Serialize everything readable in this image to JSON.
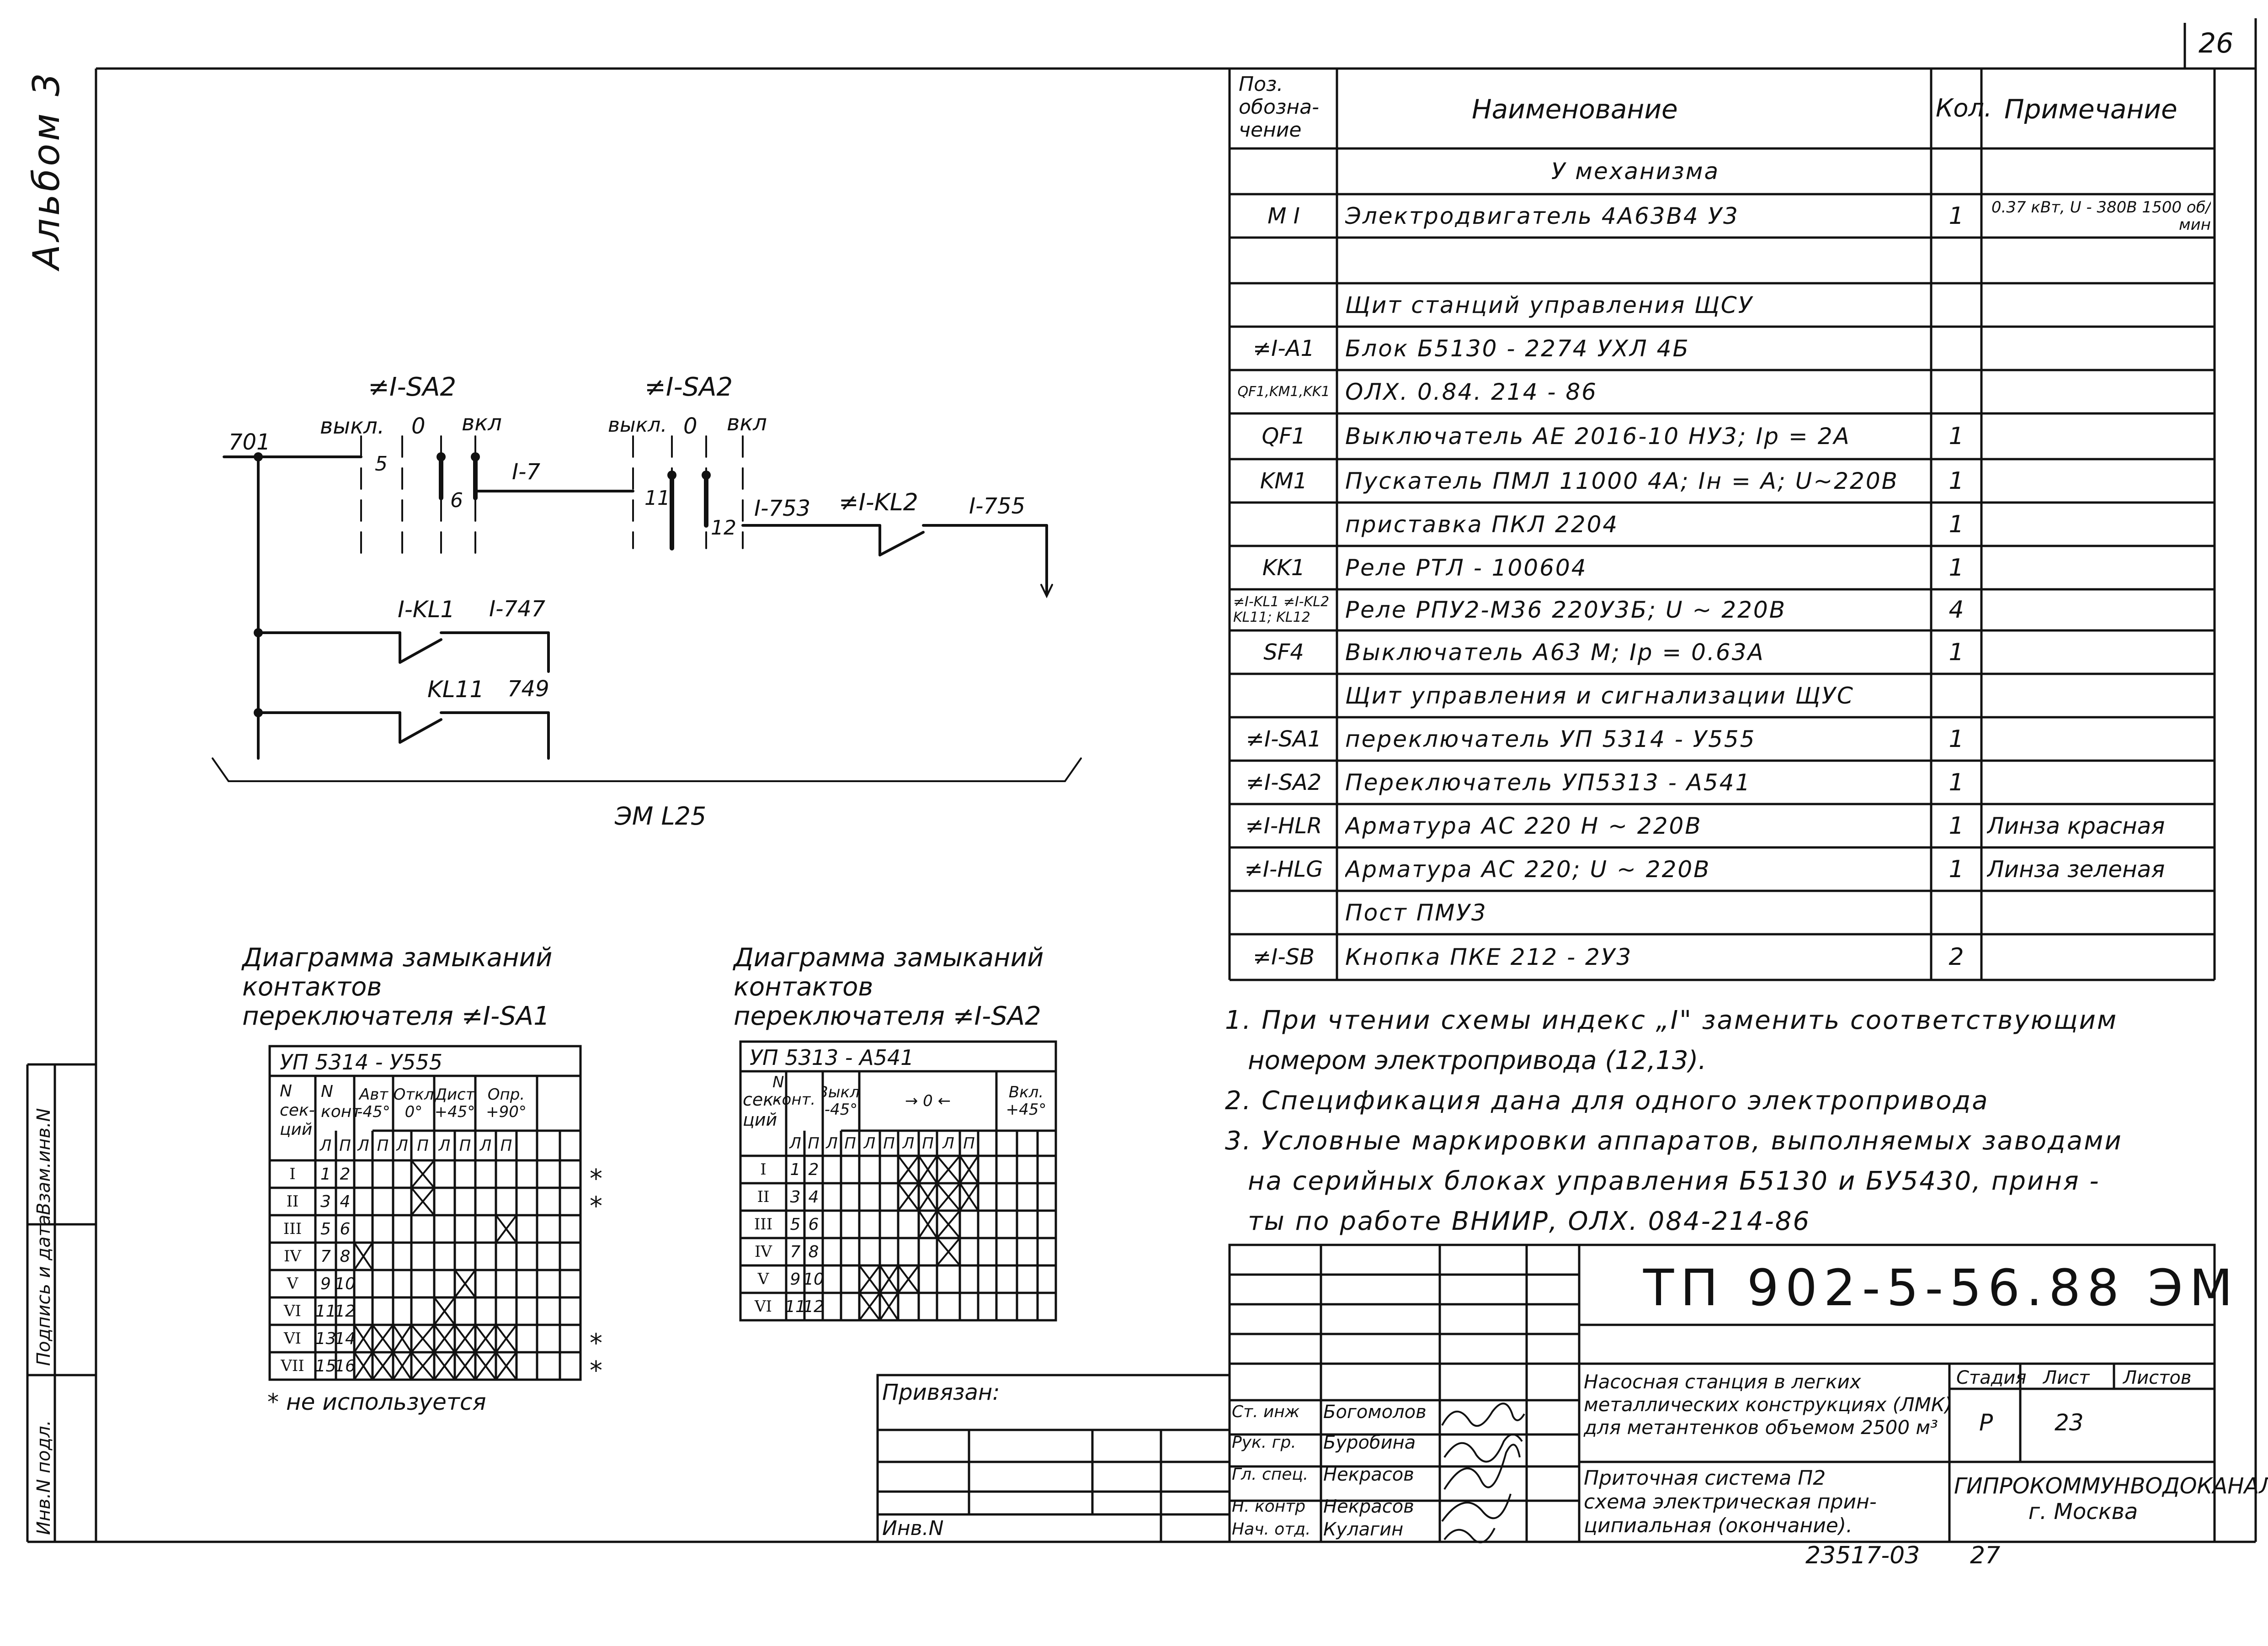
{
  "page": {
    "sheet_number": "26",
    "album_label": "Альбом 3",
    "side_stamp": [
      "Инв.N подл.",
      "Подпись и дата",
      "Взам.инв.N"
    ]
  },
  "schematic": {
    "labels": {
      "switch_sa2_a": "≠I-SA2",
      "switch_sa2_b": "≠I-SA2",
      "vykl_a": "выкл.",
      "zero_a": "0",
      "vkl_a": "вкл",
      "vykl_b": "выкл.",
      "zero_b": "0",
      "vkl_b": "вкл",
      "wire_701": "701",
      "contact_5": "5",
      "contact_6": "6",
      "wire_1_7": "I-7",
      "contact_11": "11",
      "contact_12": "12",
      "wire_753": "I-753",
      "relay_kl2": "≠I-KL2",
      "wire_755": "I-755",
      "relay_kl1": "I-KL1",
      "wire_747": "I-747",
      "relay_kl11": "KL11",
      "wire_749": "749",
      "sheet_ref": "ЭМ L25"
    }
  },
  "diagram_sa1": {
    "title": [
      "Диаграмма замыканий",
      "контактов",
      "переключателя ≠I-SA1"
    ],
    "model": "УП 5314 - У555",
    "col_section": "N сек-ций",
    "col_contacts": "N конт",
    "positions": [
      "Авт -45°",
      "Откл 0°",
      "Дист +45°",
      "Опр. +90°"
    ],
    "sub": [
      "Л",
      "П",
      "Л",
      "П",
      "Л",
      "П",
      "Л",
      "П",
      "Л",
      "П"
    ],
    "rows": [
      {
        "sec": "I",
        "c1": "1",
        "c2": "2",
        "x": [
          3
        ],
        "star": "*"
      },
      {
        "sec": "II",
        "c1": "3",
        "c2": "4",
        "x": [
          3
        ],
        "star": "*"
      },
      {
        "sec": "III",
        "c1": "5",
        "c2": "6",
        "x": [
          7
        ],
        "star": ""
      },
      {
        "sec": "IV",
        "c1": "7",
        "c2": "8",
        "x": [
          0
        ],
        "star": ""
      },
      {
        "sec": "V",
        "c1": "9",
        "c2": "10",
        "x": [
          5
        ],
        "star": ""
      },
      {
        "sec": "VI",
        "c1": "11",
        "c2": "12",
        "x": [
          4
        ],
        "star": ""
      },
      {
        "sec": "VI",
        "c1": "13",
        "c2": "14",
        "x": [
          0,
          1,
          2,
          3,
          4,
          5,
          6,
          7
        ],
        "star": "*"
      },
      {
        "sec": "VII",
        "c1": "15",
        "c2": "16",
        "x": [
          0,
          1,
          2,
          3,
          4,
          5,
          6,
          7
        ],
        "star": "*"
      }
    ],
    "note": "* не используется"
  },
  "diagram_sa2": {
    "title": [
      "Диаграмма замыканий",
      "контактов",
      "переключателя ≠I-SA2"
    ],
    "model": "УП 5313 - А541",
    "col_section": "сек-ций",
    "col_contacts": "N конт.",
    "positions": [
      "Выкл. -45°",
      "→ 0 ←",
      "Вкл. +45°"
    ],
    "sub": [
      "Л",
      "П",
      "Л",
      "П",
      "Л",
      "П",
      "Л",
      "П",
      "Л",
      "П"
    ],
    "rows": [
      {
        "sec": "I",
        "c1": "1",
        "c2": "2",
        "x": [
          4,
          5,
          6,
          7
        ]
      },
      {
        "sec": "II",
        "c1": "3",
        "c2": "4",
        "x": [
          4,
          5,
          6,
          7
        ]
      },
      {
        "sec": "III",
        "c1": "5",
        "c2": "6",
        "x": [
          5,
          6
        ]
      },
      {
        "sec": "IV",
        "c1": "7",
        "c2": "8",
        "x": [
          6
        ]
      },
      {
        "sec": "V",
        "c1": "9",
        "c2": "10",
        "x": [
          2,
          3,
          4
        ]
      },
      {
        "sec": "VI",
        "c1": "11",
        "c2": "12",
        "x": [
          2,
          3
        ]
      }
    ]
  },
  "spec": {
    "headers": {
      "pos": "Поз. обозна- чение",
      "name": "Наименование",
      "qty": "Кол.",
      "note": "Примечание"
    },
    "rows": [
      {
        "pos": "",
        "name": "У механизма",
        "qty": "",
        "note": "",
        "center": true
      },
      {
        "pos": "M I",
        "name": "Электродвигатель 4А63В4 У3",
        "qty": "1",
        "note": "0.37 кВт, U - 380В 1500 об/мин"
      },
      {
        "pos": "",
        "name": "",
        "qty": "",
        "note": ""
      },
      {
        "pos": "",
        "name": "Щит станций управления ЩСУ",
        "qty": "",
        "note": ""
      },
      {
        "pos": "≠I-А1",
        "name": "Блок Б5130 - 2274 УХЛ 4Б",
        "qty": "",
        "note": ""
      },
      {
        "pos": "QF1,KM1,KK1",
        "name": "ОЛХ. 0.84. 214 - 86",
        "qty": "",
        "note": ""
      },
      {
        "pos": "QF1",
        "name": "Выключатель АЕ 2016-10 НУ3; Iр = 2А",
        "qty": "1",
        "note": ""
      },
      {
        "pos": "KM1",
        "name": "Пускатель ПМЛ 11000 4А; Iн = А; U~220В",
        "qty": "1",
        "note": ""
      },
      {
        "pos": "",
        "name": "приставка ПКЛ 2204",
        "qty": "1",
        "note": ""
      },
      {
        "pos": "KK1",
        "name": "Реле РТЛ - 100604",
        "qty": "1",
        "note": ""
      },
      {
        "pos": "≠I-KL1 ≠I-KL2 KL11; KL12",
        "name": "Реле РПУ2-М36 220У3Б; U ~ 220В",
        "qty": "4",
        "note": ""
      },
      {
        "pos": "SF4",
        "name": "Выключатель А63 М; Iр = 0.63А",
        "qty": "1",
        "note": ""
      },
      {
        "pos": "",
        "name": "Щит управления и сигнализации ЩУС",
        "qty": "",
        "note": ""
      },
      {
        "pos": "≠I-SA1",
        "name": "переключатель УП 5314 - У555",
        "qty": "1",
        "note": ""
      },
      {
        "pos": "≠I-SA2",
        "name": "Переключатель УП5313 - А541",
        "qty": "1",
        "note": ""
      },
      {
        "pos": "≠I-HLR",
        "name": "Арматура АС 220 Н ~ 220В",
        "qty": "1",
        "note": "Линза красная"
      },
      {
        "pos": "≠I-HLG",
        "name": "Арматура АС 220; U ~ 220В",
        "qty": "1",
        "note": "Линза зеленая"
      },
      {
        "pos": "",
        "name": "Пост ПМУ3",
        "qty": "",
        "note": ""
      },
      {
        "pos": "≠I-SB",
        "name": "Кнопка ПКЕ 212 - 2У3",
        "qty": "2",
        "note": ""
      }
    ]
  },
  "notes": [
    "1. При чтении схемы индекс „I\" заменить соответствующим",
    "номером электропривода (12,13).",
    "2. Спецификация дана для одного электропривода",
    "3. Условные маркировки аппаратов, выполняемых заводами",
    "на серийных блоках управления Б5130 и БУ5430, приня -",
    "ты по работе ВНИИР, ОЛХ. 084-214-86"
  ],
  "stamp": {
    "code": "ТП 902-5-56.88 ЭМ",
    "privyazan": "Привязан:",
    "inv": "Инв.N",
    "roles": [
      "Ст. инж",
      "Рук. гр.",
      "Гл. спец.",
      "Н. контр",
      "Нач. отд."
    ],
    "names": [
      "Богомолов",
      "Буробина",
      "Некрасов",
      "Некрасов",
      "Кулагин"
    ],
    "project_title": [
      "Насосная станция в легких",
      "металлических конструкциях (ЛМК)",
      "для метантенков объемом 2500 м³"
    ],
    "sheet_title": [
      "Приточная система П2",
      "схема электрическая прин-",
      "ципиальная (окончание)."
    ],
    "stage_label": "Стадия",
    "sheet_label": "Лист",
    "sheets_label": "Листов",
    "stage": "Р",
    "sheet": "23",
    "sheets": "",
    "org": [
      "ГИПРОКОММУНВОДОКАНАЛ",
      "г. Москва"
    ],
    "archive_no": "23517-03",
    "archive_page": "27"
  }
}
